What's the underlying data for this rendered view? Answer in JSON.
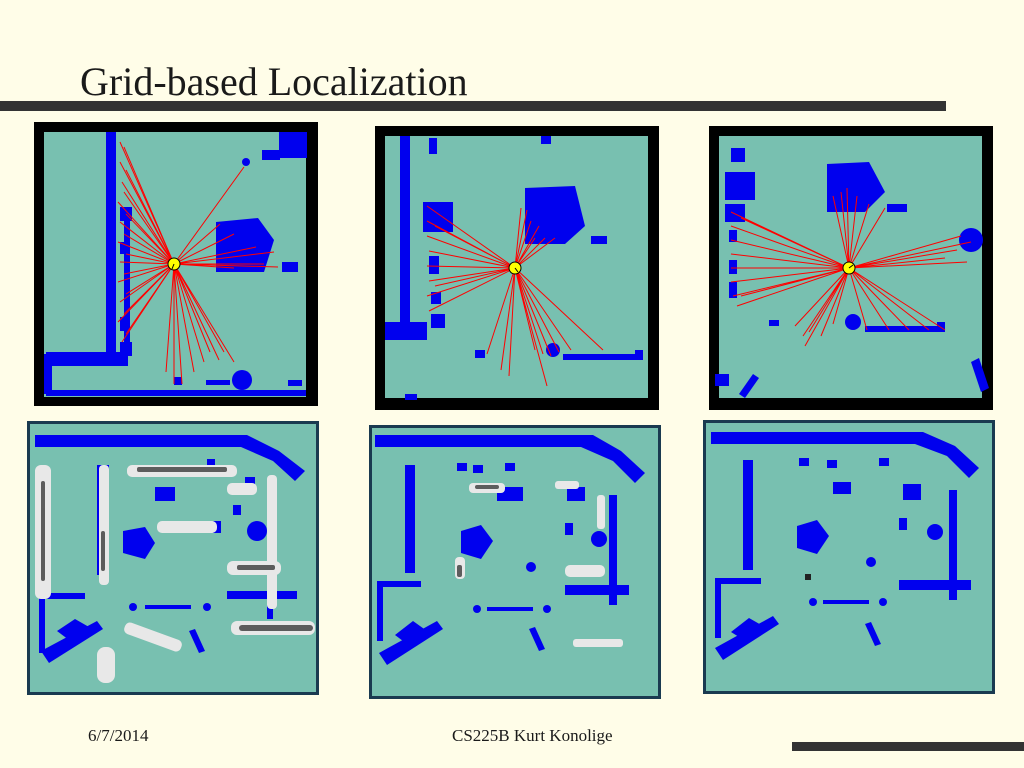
{
  "slide": {
    "title": "Grid-based Localization",
    "footer_date": "6/7/2014",
    "footer_course": "CS225B  Kurt Konolige"
  },
  "colors": {
    "background": "#fffde8",
    "map_floor": "#78c0b0",
    "obstacle": "#0000ee",
    "laser": "#ff0000",
    "robot": "#ffff00",
    "frame": "#000000",
    "rule": "#333333"
  },
  "figures": {
    "scans": [
      {
        "id": "scan-1",
        "caption": ""
      },
      {
        "id": "scan-2",
        "caption": ""
      },
      {
        "id": "scan-3",
        "caption": ""
      }
    ],
    "belief_maps": [
      {
        "id": "belief-1",
        "caption": ""
      },
      {
        "id": "belief-2",
        "caption": ""
      },
      {
        "id": "belief-3",
        "caption": ""
      }
    ]
  }
}
